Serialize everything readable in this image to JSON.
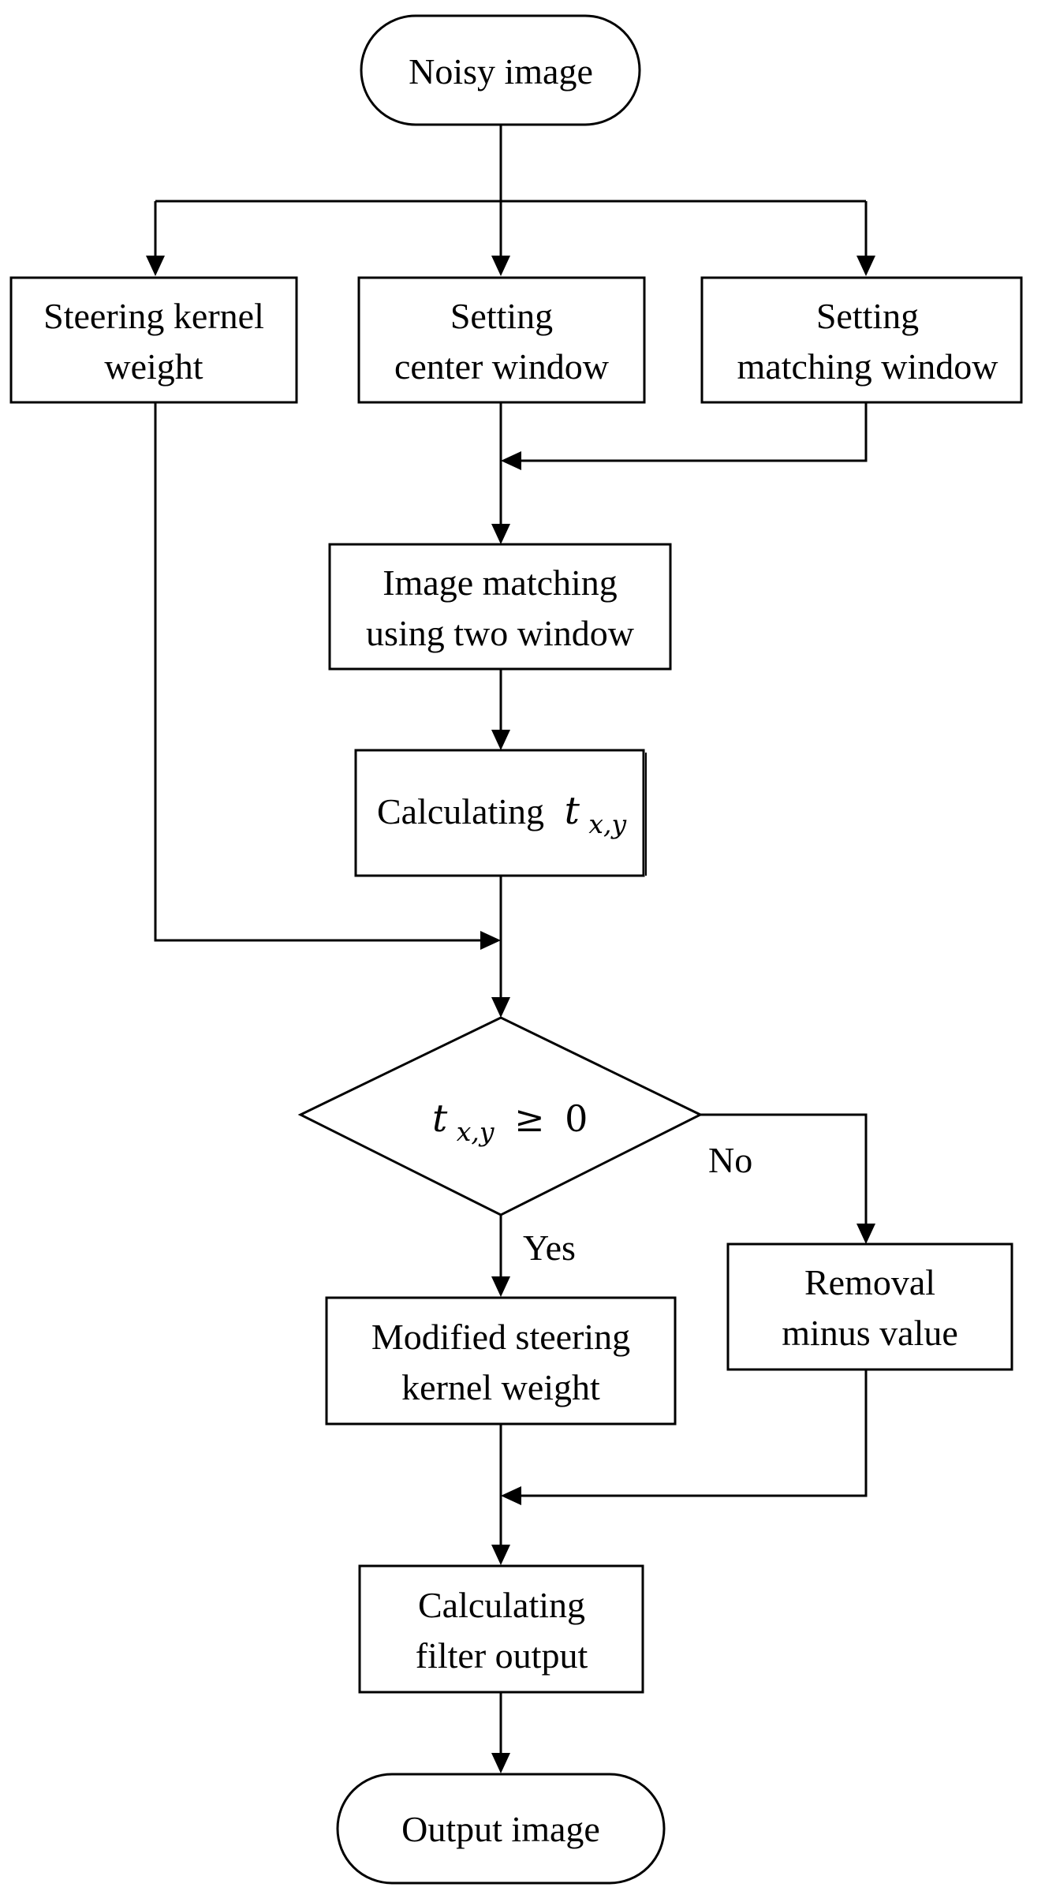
{
  "diagram": {
    "start": {
      "text": "Noisy image"
    },
    "steering_kernel_weight": {
      "line1": "Steering kernel",
      "line2": "weight"
    },
    "center_window": {
      "line1": "Setting",
      "line2": "center window"
    },
    "matching_window": {
      "line1": "Setting",
      "line2": "matching window"
    },
    "image_matching": {
      "line1": "Image matching",
      "line2": "using two window"
    },
    "calculating_t": {
      "text": "Calculating",
      "var": "t",
      "sub": "x,y"
    },
    "decision": {
      "var": "t",
      "sub": "x,y",
      "op": "≥",
      "value": "0"
    },
    "no_label": "No",
    "yes_label": "Yes",
    "removal": {
      "line1": "Removal",
      "line2": "minus value"
    },
    "modified_weight": {
      "line1": "Modified steering",
      "line2": "kernel weight"
    },
    "filter_output": {
      "line1": "Calculating",
      "line2": "filter output"
    },
    "end": {
      "text": "Output image"
    }
  }
}
